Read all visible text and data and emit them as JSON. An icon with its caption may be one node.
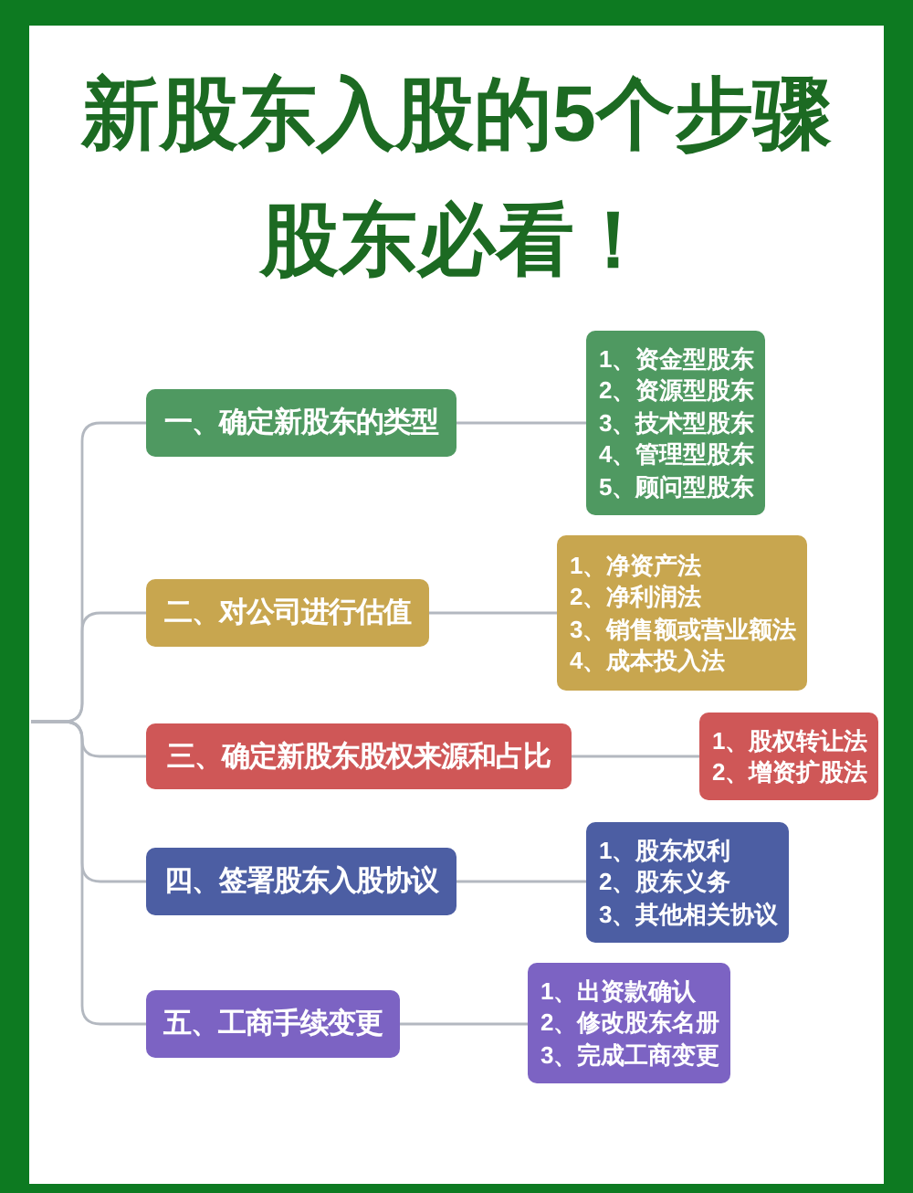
{
  "diagram": {
    "title": "新股东入股的5个步骤股东必看！",
    "nodes": [
      {
        "text": [
          "一、确定新股东的类型"
        ]
      },
      {
        "text": [
          "1、资金型股东",
          "2、资源型股东",
          "3、技术型股东",
          "4、管理型股东",
          "5、顾问型股东"
        ]
      },
      {
        "text": [
          "二、对公司进行估值"
        ]
      },
      {
        "text": [
          "1、净资产法",
          "2、净利润法",
          "3、销售额或营业额法",
          "4、成本投入法"
        ]
      },
      {
        "text": [
          "三、确定新股东股权来源和占比"
        ]
      },
      {
        "text": [
          "1、股权转让法",
          "2、增资扩股法"
        ]
      },
      {
        "text": [
          "四、签署股东入股协议"
        ]
      },
      {
        "text": [
          "1、股东权利",
          "2、股东义务",
          "3、其他相关协议"
        ]
      },
      {
        "text": [
          "五、工商手续变更"
        ]
      },
      {
        "text": [
          "1、出资款确认",
          "2、修改股东名册",
          "3、完成工商变更"
        ]
      }
    ],
    "edges": [
      {
        "from": null,
        "to": 0,
        "arrow": "none"
      },
      {
        "from": null,
        "to": 2,
        "arrow": "none"
      },
      {
        "from": null,
        "to": 4,
        "arrow": "none"
      },
      {
        "from": null,
        "to": 6,
        "arrow": "none"
      },
      {
        "from": null,
        "to": 8,
        "arrow": "none"
      },
      {
        "from": 0,
        "to": 1,
        "arrow": "none"
      },
      {
        "from": 2,
        "to": 3,
        "arrow": "none"
      },
      {
        "from": 4,
        "to": 5,
        "arrow": "none"
      },
      {
        "from": 6,
        "to": 7,
        "arrow": "none"
      },
      {
        "from": 8,
        "to": 9,
        "arrow": "none"
      }
    ]
  }
}
